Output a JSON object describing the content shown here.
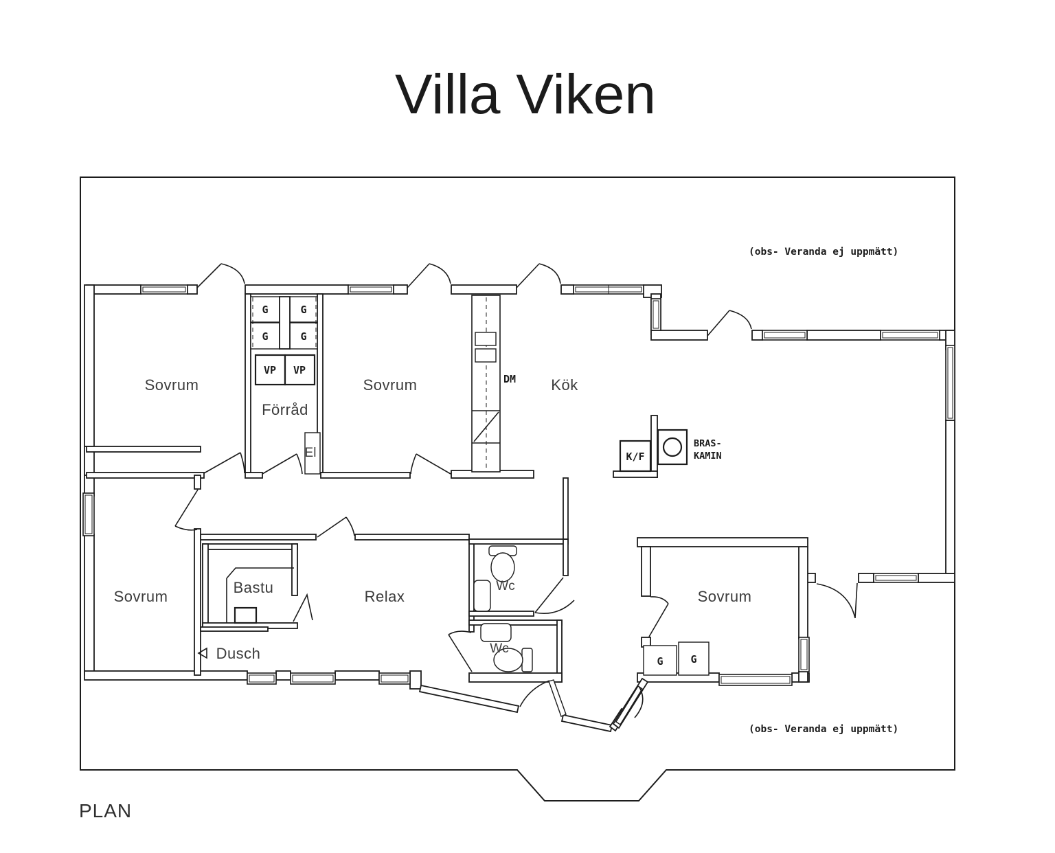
{
  "title": "Villa Viken",
  "plan_label": "PLAN",
  "notes": {
    "veranda_top": "(obs- Veranda ej uppmätt)",
    "veranda_bottom": "(obs- Veranda ej uppmätt)"
  },
  "rooms": {
    "sovrum": "Sovrum",
    "forrad": "Förråd",
    "kok": "Kök",
    "relax": "Relax",
    "bastu": "Bastu",
    "dusch": "Dusch",
    "wc": "Wc",
    "el": "El"
  },
  "fixtures": {
    "wardrobe": "G",
    "heat_pump": "VP",
    "dishwasher": "DM",
    "fridge_freezer": "K/F",
    "wood_stove_line1": "BRAS-",
    "wood_stove_line2": "KAMIN"
  },
  "colors": {
    "line": "#1c1c1c",
    "room_label": "#3c3c3c",
    "background": "#ffffff"
  }
}
